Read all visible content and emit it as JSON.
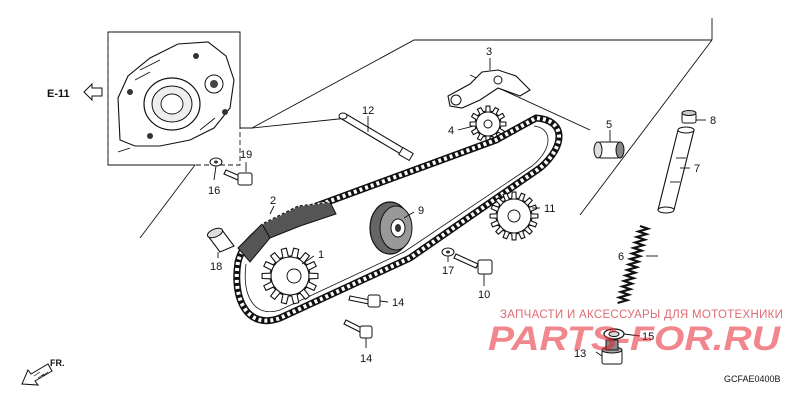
{
  "callouts": {
    "p1": "1",
    "p2": "2",
    "p3": "3",
    "p4": "4",
    "p5": "5",
    "p6": "6",
    "p7": "7",
    "p8": "8",
    "p9": "9",
    "p10": "10",
    "p11": "11",
    "p12": "12",
    "p13": "13",
    "p14a": "14",
    "p14b": "14",
    "p15": "15",
    "p16": "16",
    "p17": "17",
    "p18": "18",
    "p19": "19"
  },
  "reference": "E-11",
  "direction": "FR.",
  "diagram_code": "GCFAE0400B",
  "watermark": {
    "caption": "ЗАПЧАСТИ И АКСЕССУАРЫ ДЛЯ МОТОТЕХНИКИ",
    "logo": "PARTS-FOR.RU"
  },
  "colors": {
    "watermark_red": "#e8222f",
    "line": "#111111"
  }
}
